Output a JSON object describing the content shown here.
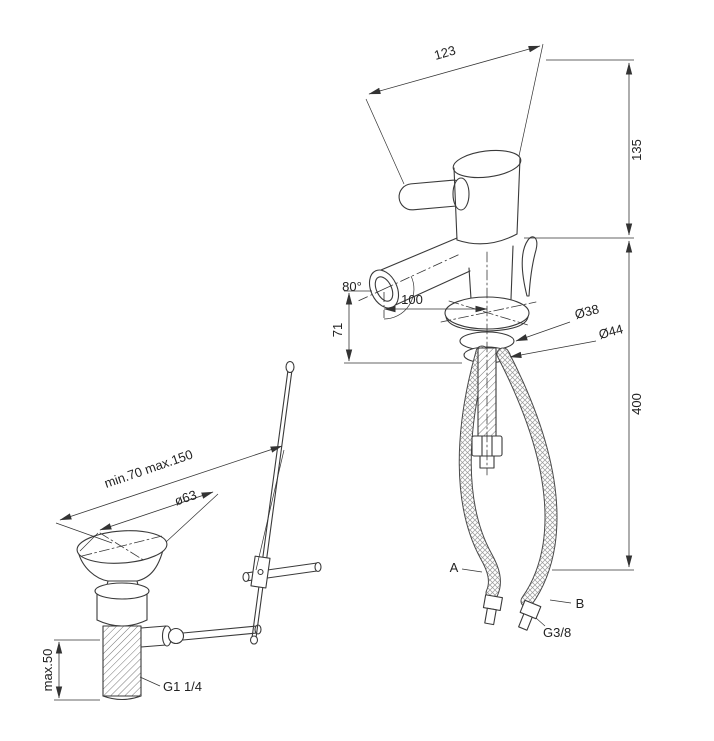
{
  "meta": {
    "type": "technical-drawing",
    "subject": "bidet mixer with pop-up waste and flexible hoses"
  },
  "dims": {
    "width": "123",
    "height": "135",
    "hose_length": "400",
    "angle": "80°",
    "reach": "100",
    "spout_height": "71",
    "dia38": "Ø38",
    "dia44": "Ø44",
    "dia63": "ø63",
    "rod_range": "min.70 max.150",
    "waste_height": "max.50"
  },
  "threads": {
    "waste": "G1 1/4",
    "hose": "G3/8"
  },
  "labels": {
    "hose_a": "A",
    "hose_b": "B"
  },
  "colors": {
    "line": "#3a3a3a",
    "dimension": "#333333",
    "background": "#ffffff"
  }
}
